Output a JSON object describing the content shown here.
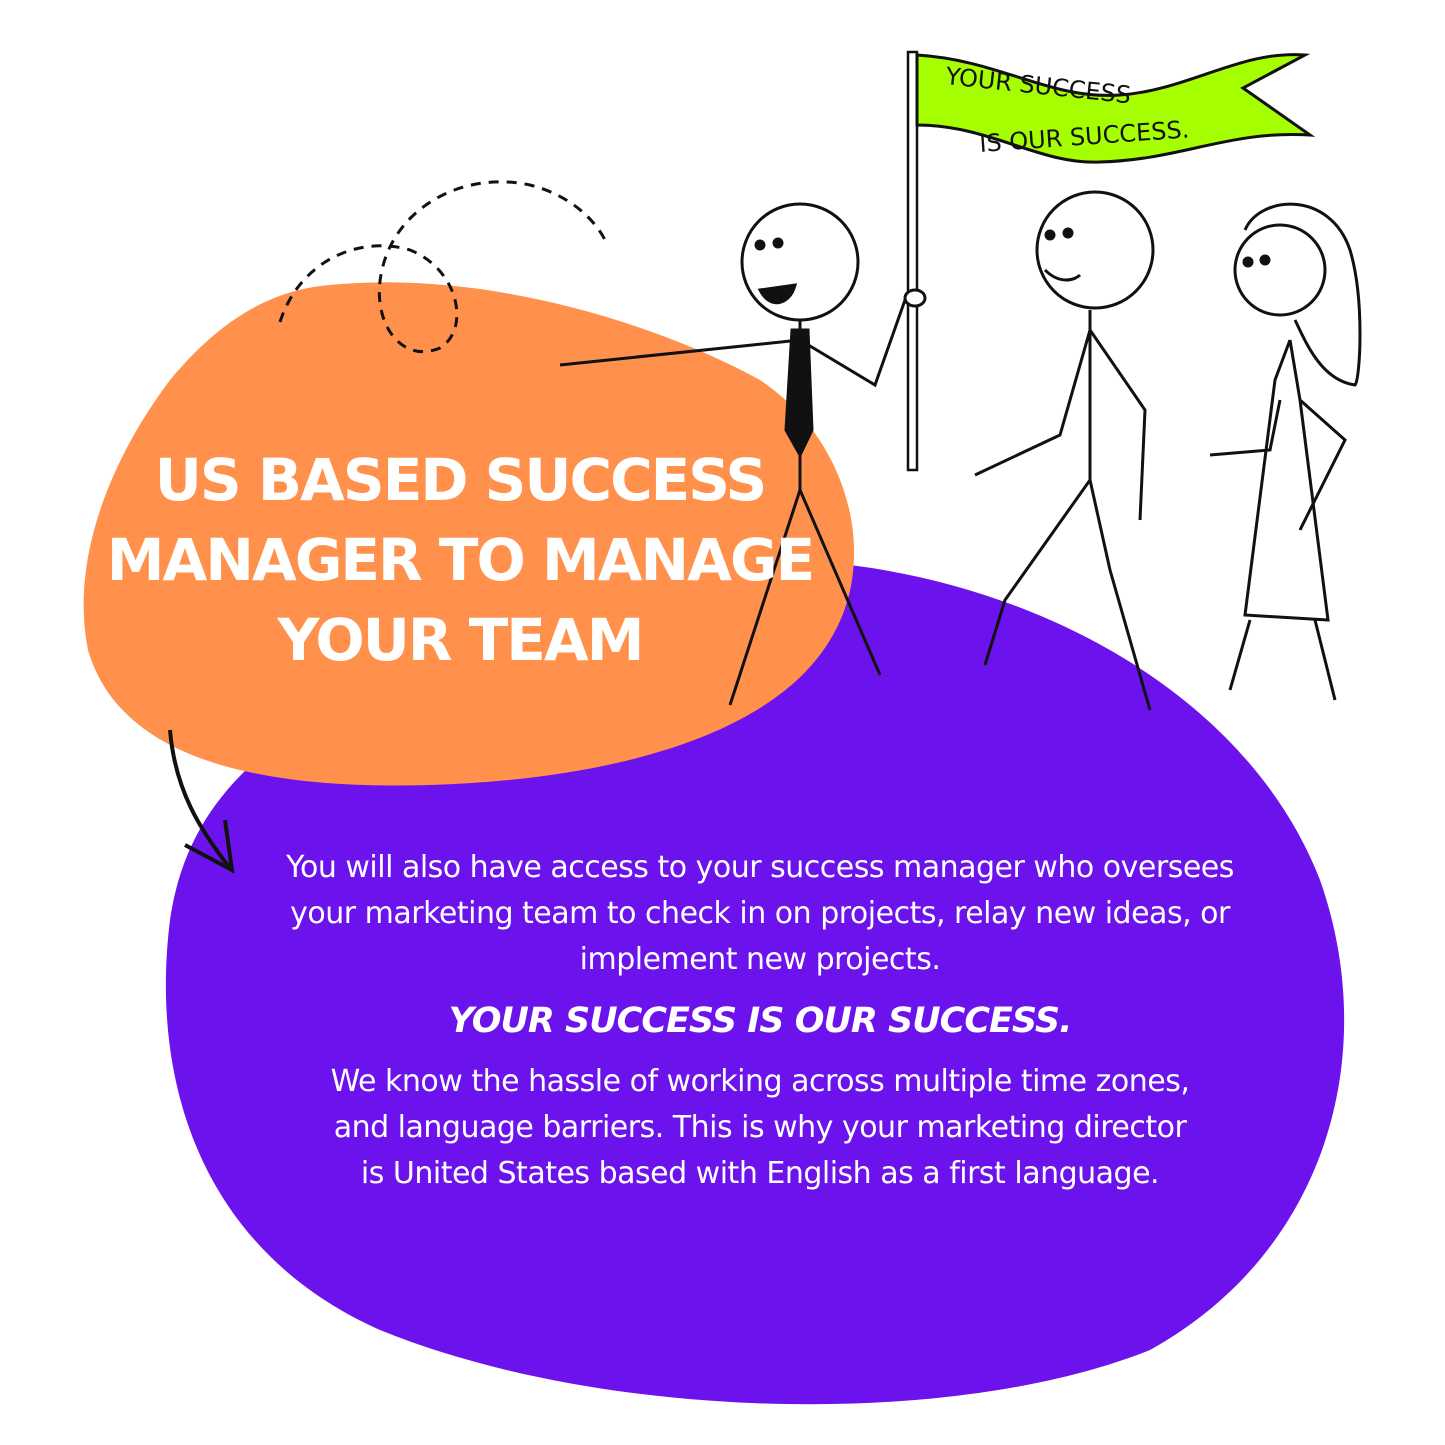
{
  "colors": {
    "orange": "#FF914D",
    "purple": "#6C12EC",
    "flag_green": "#A6FF00",
    "text": "#FFFFFF"
  },
  "flag": {
    "line1": "YOUR SUCCESS",
    "line2": "IS OUR SUCCESS."
  },
  "headline": "US BASED SUCCESS MANAGER TO MANAGE YOUR TEAM",
  "paragraph1": "You will also have access to your success manager who oversees your marketing team to check in on projects, relay new ideas, or implement new projects.",
  "tagline": "YOUR SUCCESS IS OUR SUCCESS.",
  "paragraph2": "We know the hassle of working across multiple time zones, and language barriers. This is why your marketing director is United States based with English as a first language."
}
